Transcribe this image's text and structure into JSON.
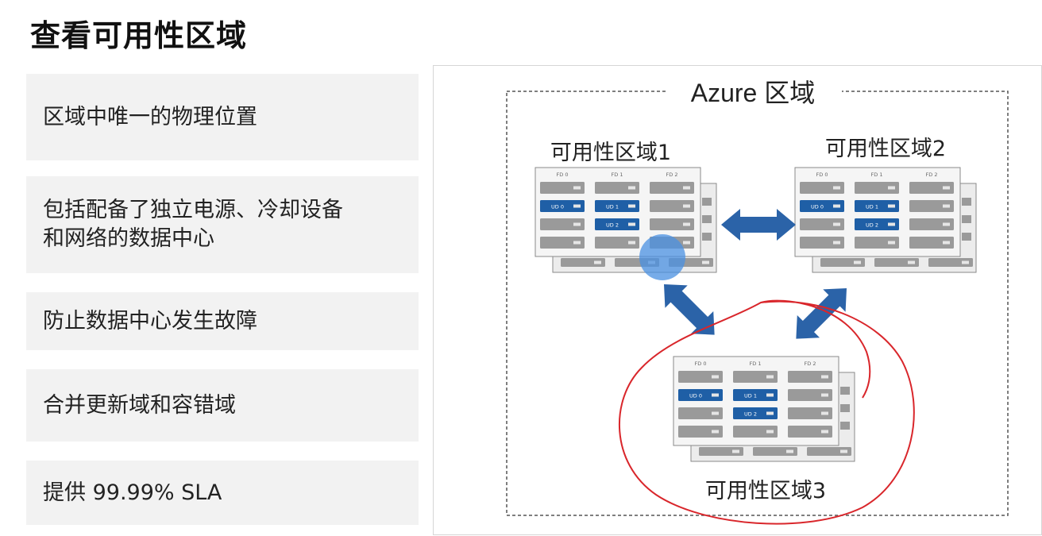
{
  "page": {
    "title": "查看可用性区域"
  },
  "cards": [
    {
      "text": "区域中唯一的物理位置"
    },
    {
      "text": "包括配备了独立电源、冷却设备\n和网络的数据中心"
    },
    {
      "text": "防止数据中心发生故障"
    },
    {
      "text": "合并更新域和容错域"
    },
    {
      "text": "提供 99.99% SLA"
    }
  ],
  "diagram": {
    "region_label": "Azure 区域",
    "zones": [
      {
        "label": "可用性区域1"
      },
      {
        "label": "可用性区域2"
      },
      {
        "label": "可用性区域3"
      }
    ],
    "fault_domains": [
      "FD 0",
      "FD 1",
      "FD 2"
    ],
    "update_domains": [
      "UD 0",
      "UD 1",
      "UD 2"
    ],
    "colors": {
      "server_blue": "#1f5fa6",
      "server_gray": "#9a9a9a",
      "arrow_blue": "#2b63a8",
      "annotation_red": "#d9262b",
      "highlight_blue": "#4a90e2"
    }
  }
}
